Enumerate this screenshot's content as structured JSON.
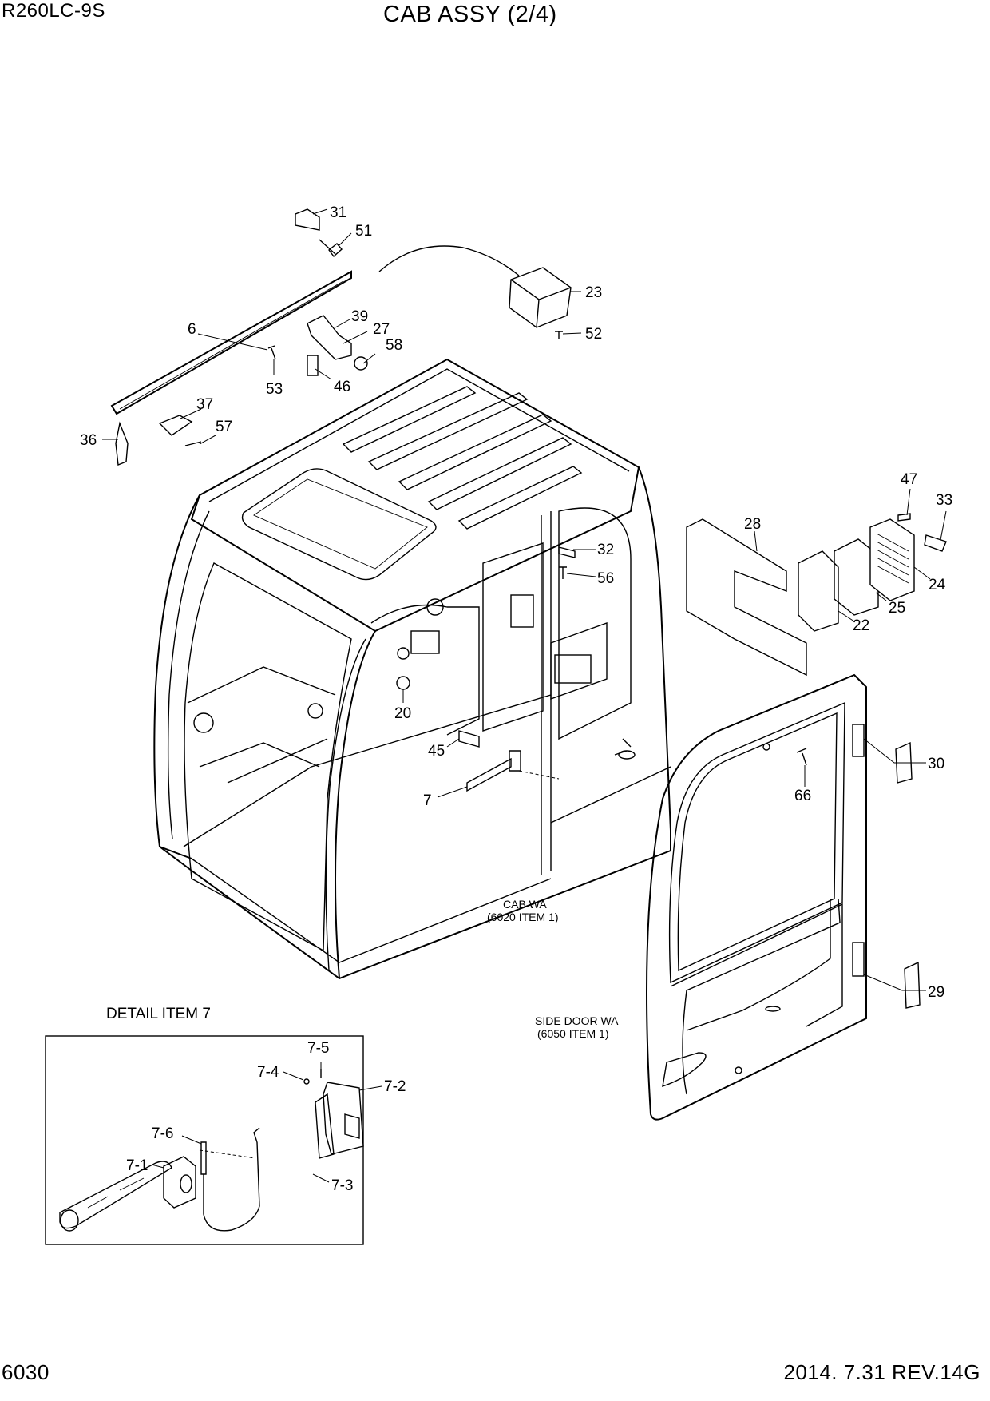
{
  "header": {
    "model": "R260LC-9S",
    "title": "CAB ASSY (2/4)"
  },
  "footer": {
    "page_number": "6030",
    "revision": "2014. 7.31  REV.14G"
  },
  "notes": {
    "cab_wa": "CAB WA",
    "cab_wa_ref": "(6020 ITEM 1)",
    "side_door_wa": "SIDE DOOR WA",
    "side_door_wa_ref": "(6050 ITEM 1)"
  },
  "detail": {
    "title": "DETAIL ITEM 7"
  },
  "callouts": {
    "p31": "31",
    "p51": "51",
    "p23": "23",
    "p52": "52",
    "p39": "39",
    "p27": "27",
    "p58": "58",
    "p6": "6",
    "p53": "53",
    "p46": "46",
    "p37": "37",
    "p57": "57",
    "p36": "36",
    "p47": "47",
    "p33": "33",
    "p28": "28",
    "p32": "32",
    "p56": "56",
    "p24": "24",
    "p25": "25",
    "p22": "22",
    "p20": "20",
    "p45": "45",
    "p7": "7",
    "p30": "30",
    "p66": "66",
    "p29": "29",
    "d7_5": "7-5",
    "d7_4": "7-4",
    "d7_2": "7-2",
    "d7_6": "7-6",
    "d7_1": "7-1",
    "d7_3": "7-3"
  }
}
